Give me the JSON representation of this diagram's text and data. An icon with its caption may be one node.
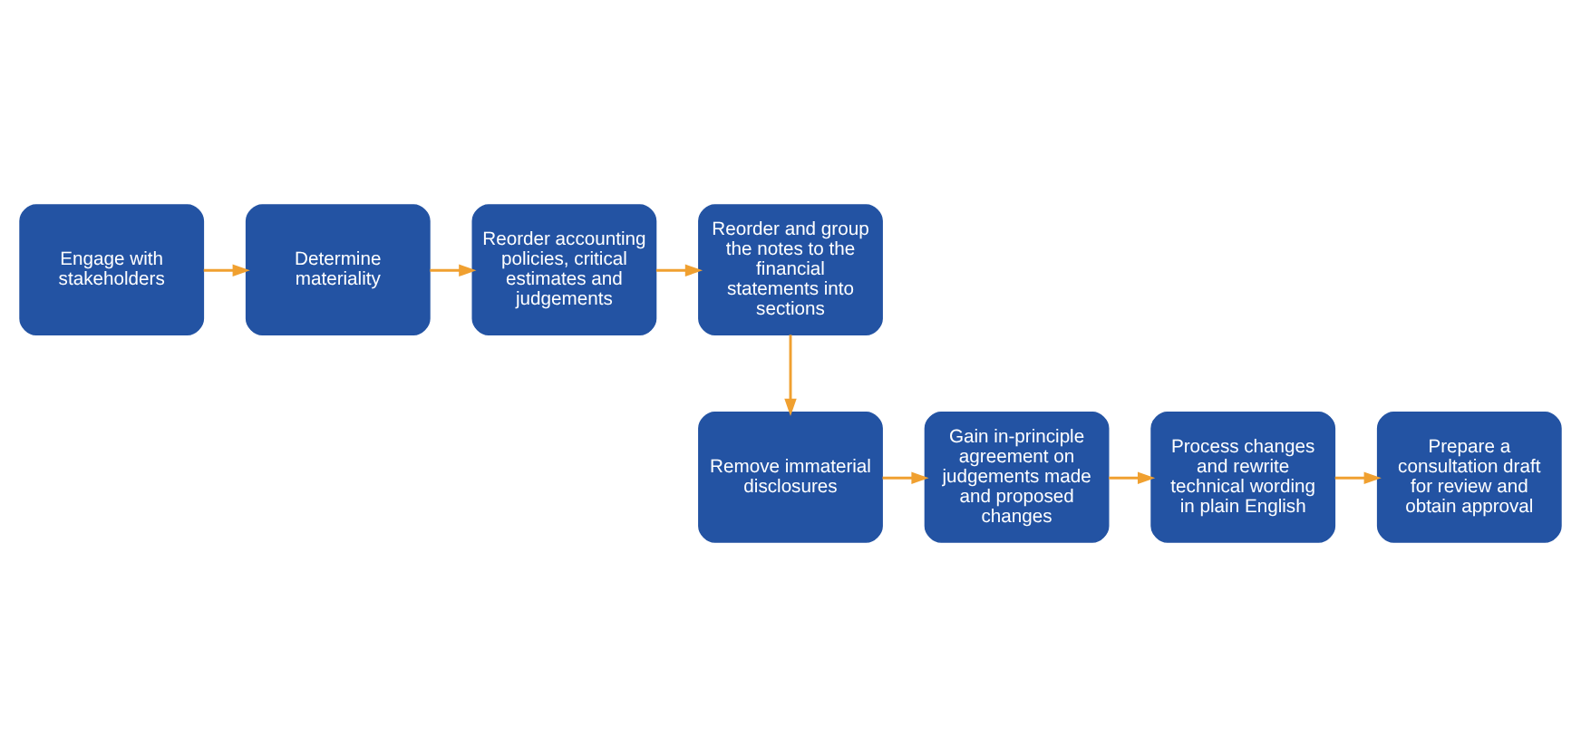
{
  "diagram": {
    "nodes": [
      {
        "text": [
          "Engage with stakeholders"
        ]
      },
      {
        "text": [
          "Determine materiality"
        ]
      },
      {
        "text": [
          "Reorder accounting policies, critical estimates and judgements"
        ]
      },
      {
        "text": [
          "Reorder and group the notes to the financial statements into sections"
        ]
      },
      {
        "text": [
          "Remove immaterial disclosures"
        ]
      },
      {
        "text": [
          "Gain in-principle agreement on judgements made and proposed changes"
        ]
      },
      {
        "text": [
          "Process changes and rewrite technical wording in plain English"
        ]
      },
      {
        "text": [
          "Prepare a consultation draft for review and obtain approval"
        ]
      }
    ],
    "edges": [
      {
        "from": 0,
        "to": 1,
        "arrow": "to"
      },
      {
        "from": 1,
        "to": 2,
        "arrow": "to"
      },
      {
        "from": 2,
        "to": 3,
        "arrow": "to"
      },
      {
        "from": 3,
        "to": 4,
        "arrow": "to"
      },
      {
        "from": 4,
        "to": 5,
        "arrow": "to"
      },
      {
        "from": 5,
        "to": 6,
        "arrow": "to"
      },
      {
        "from": 6,
        "to": 7,
        "arrow": "to"
      }
    ]
  }
}
